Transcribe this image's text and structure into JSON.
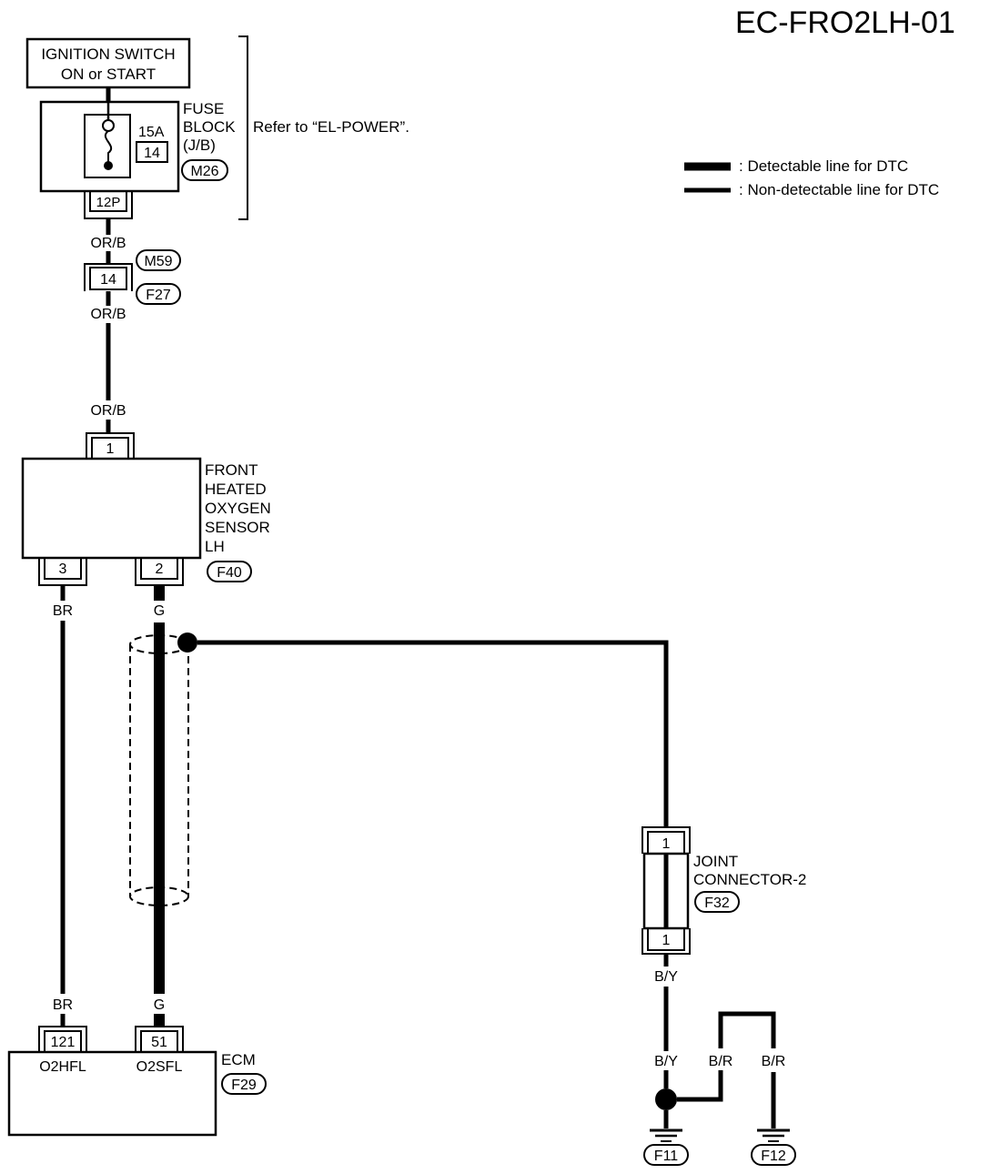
{
  "diagram": {
    "code": "EC-FRO2LH-01",
    "legend": {
      "detectable": ": Detectable line for DTC",
      "non_detectable": ": Non-detectable line for DTC"
    },
    "ignition_switch": {
      "line1": "IGNITION SWITCH",
      "line2": "ON or START"
    },
    "fuse_block": {
      "label1": "FUSE",
      "label2": "BLOCK",
      "label3": "(J/B)",
      "amps": "15A",
      "fuse_no": "14",
      "connector": "M26",
      "pin": "12P"
    },
    "refer": "Refer to “EL-POWER”.",
    "wire_colors": {
      "orb": "OR/B",
      "br": "BR",
      "g": "G",
      "by": "B/Y",
      "bra": "B/R",
      "brb": "B/R"
    },
    "connector_m59_f27": {
      "pin": "14",
      "c1": "M59",
      "c2": "F27"
    },
    "sensor": {
      "name1": "FRONT",
      "name2": "HEATED",
      "name3": "OXYGEN",
      "name4": "SENSOR",
      "name5": "LH",
      "pin_top": "1",
      "pin_left": "3",
      "pin_right": "2",
      "connector": "F40"
    },
    "ecm": {
      "name": "ECM",
      "connector": "F29",
      "pin_left": "121",
      "pin_right": "51",
      "label_left": "O2HFL",
      "label_right": "O2SFL"
    },
    "joint": {
      "name1": "JOINT",
      "name2": "CONNECTOR-2",
      "connector": "F32",
      "pin_top": "1",
      "pin_bottom": "1"
    },
    "grounds": {
      "g1": "F11",
      "g2": "F12"
    }
  }
}
